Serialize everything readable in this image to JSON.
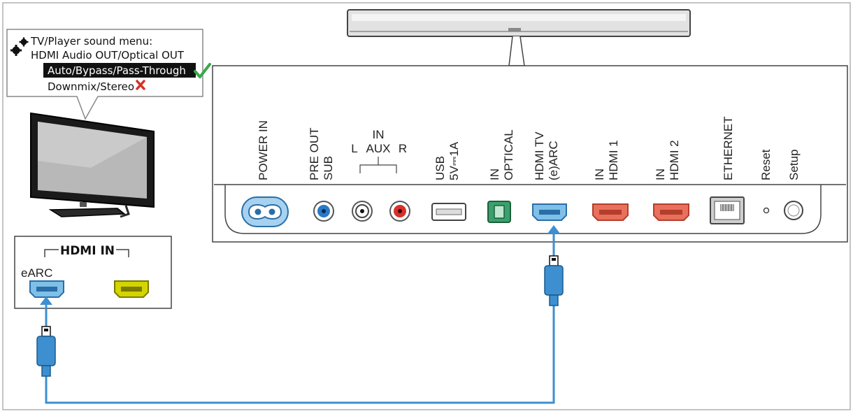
{
  "menu": {
    "title_line1": "TV/Player sound menu:",
    "title_line2": "HDMI Audio OUT/Optical OUT",
    "option_selected": "Auto/Bypass/Pass-Through",
    "option_other": "Downmix/Stereo",
    "icon": "gear-icon",
    "ok_icon": "check-icon",
    "no_icon": "cross-icon"
  },
  "tv_panel": {
    "title": "HDMI IN",
    "earc_label": "eARC"
  },
  "ports": {
    "power_in": "POWER IN",
    "pre_out_1": "PRE OUT",
    "pre_out_2": "SUB",
    "aux_in": "IN",
    "aux": "AUX",
    "aux_l": "L",
    "aux_r": "R",
    "usb_1": "USB",
    "usb_2": "5V⎓1A",
    "optical_1": "IN",
    "optical_2": "OPTICAL",
    "hdmi_tv_1": "HDMI TV",
    "hdmi_tv_2": "(e)ARC",
    "hdmi1_1": "IN",
    "hdmi1_2": "HDMI 1",
    "hdmi2_1": "IN",
    "hdmi2_2": "HDMI 2",
    "ethernet": "ETHERNET",
    "reset": "Reset",
    "setup": "Setup"
  },
  "colors": {
    "cable": "#3d8fd0",
    "hdmi_arc": "#7fc0e8",
    "hdmi_in": "#e8705c",
    "hdmi_yellow": "#d4d400",
    "optical": "#3aa06e",
    "sub": "#2a78c8",
    "aux_r": "#d8302a",
    "power": "#a6d2f0"
  }
}
